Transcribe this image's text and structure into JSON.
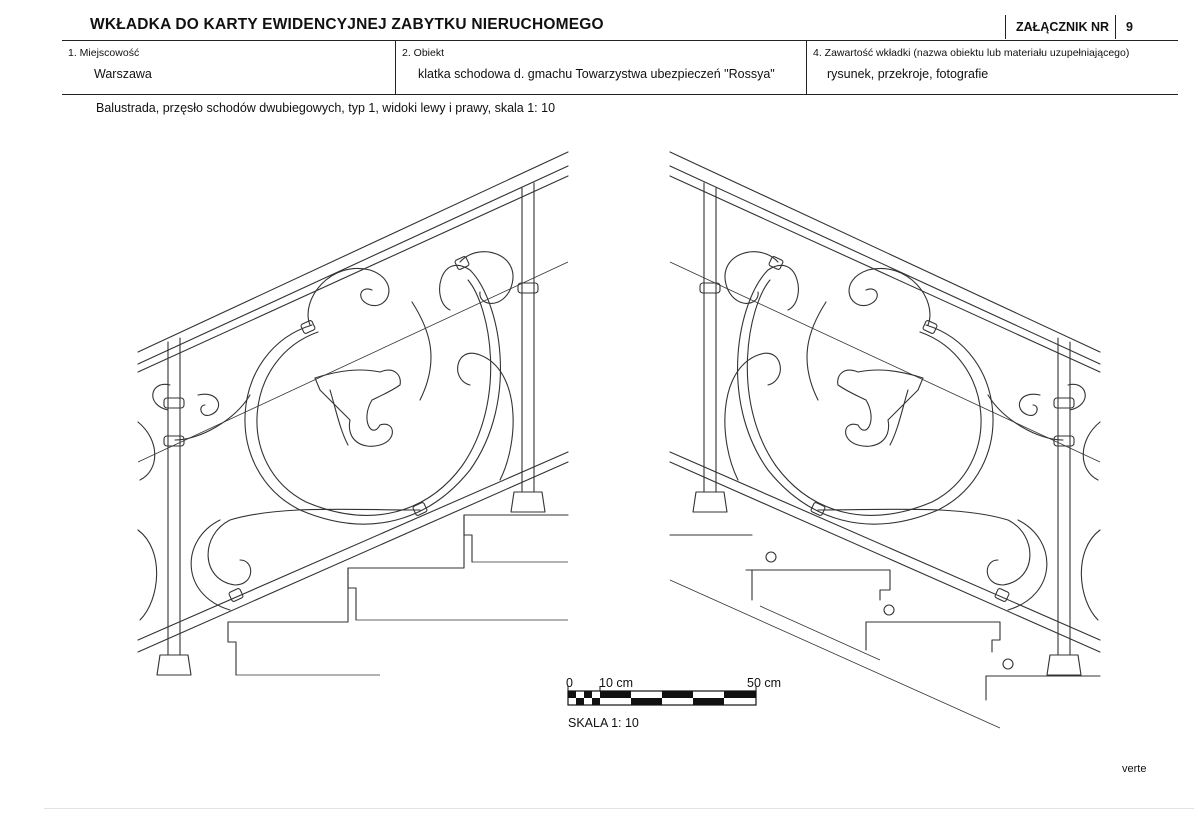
{
  "header": {
    "title": "WKŁADKA DO KARTY EWIDENCYJNEJ ZABYTKU NIERUCHOMEGO",
    "annex_label": "ZAŁĄCZNIK NR",
    "annex_number": "9"
  },
  "fields": [
    {
      "label": "1. Miejscowość",
      "value": "Warszawa"
    },
    {
      "label": "2. Obiekt",
      "value": "klatka schodowa d. gmachu Towarzystwa ubezpieczeń \"Rossya\""
    },
    {
      "label": "4. Zawartość wkładki (nazwa obiektu lub materiału uzupełniającego)",
      "value": "rysunek, przekroje, fotografie"
    }
  ],
  "caption": "Balustrada, przęsło schodów dwubiegowych, typ 1, widoki lewy i prawy, skala 1: 10",
  "scale_bar": {
    "tick_0": "0",
    "tick_10": "10 cm",
    "tick_50": "50 cm",
    "label": "SKALA 1: 10"
  },
  "footer": {
    "verte": "verte"
  }
}
